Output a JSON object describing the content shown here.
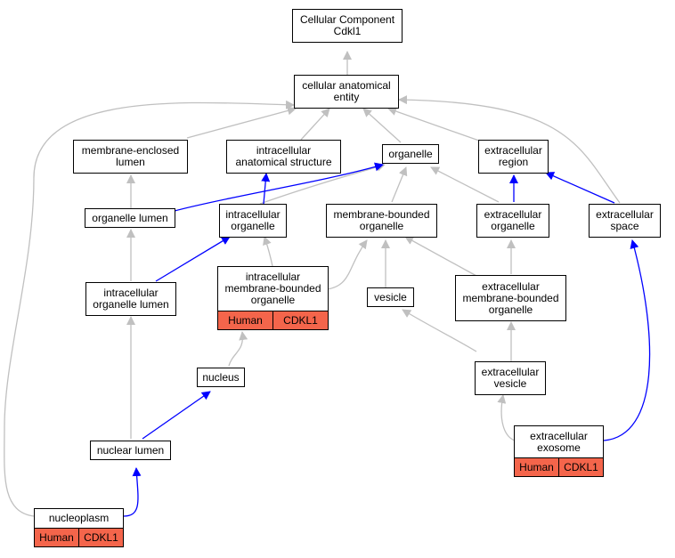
{
  "nodes": {
    "root": {
      "label": "Cellular Component\nCdkl1"
    },
    "cae": {
      "label": "cellular anatomical\nentity"
    },
    "mel": {
      "label": "membrane-enclosed\nlumen"
    },
    "ias": {
      "label": "intracellular\nanatomical structure"
    },
    "org": {
      "label": "organelle"
    },
    "exr": {
      "label": "extracellular\nregion"
    },
    "orl": {
      "label": "organelle lumen"
    },
    "ico": {
      "label": "intracellular\norganelle"
    },
    "mbo": {
      "label": "membrane-bounded\norganelle"
    },
    "exo": {
      "label": "extracellular\norganelle"
    },
    "exs": {
      "label": "extracellular\nspace"
    },
    "iol": {
      "label": "intracellular\norganelle lumen"
    },
    "imb": {
      "label": "intracellular\nmembrane-bounded\norganelle",
      "species": "Human",
      "gene": "CDKL1"
    },
    "ves": {
      "label": "vesicle"
    },
    "emb": {
      "label": "extracellular\nmembrane-bounded\norganelle"
    },
    "nuc": {
      "label": "nucleus"
    },
    "exv": {
      "label": "extracellular\nvesicle"
    },
    "nul": {
      "label": "nuclear lumen"
    },
    "exm": {
      "label": "extracellular\nexosome",
      "species": "Human",
      "gene": "CDKL1"
    },
    "nup": {
      "label": "nucleoplasm",
      "species": "Human",
      "gene": "CDKL1"
    }
  },
  "edge_colors": {
    "is_a": "#c0c0c0",
    "part_of": "#0000ff"
  }
}
